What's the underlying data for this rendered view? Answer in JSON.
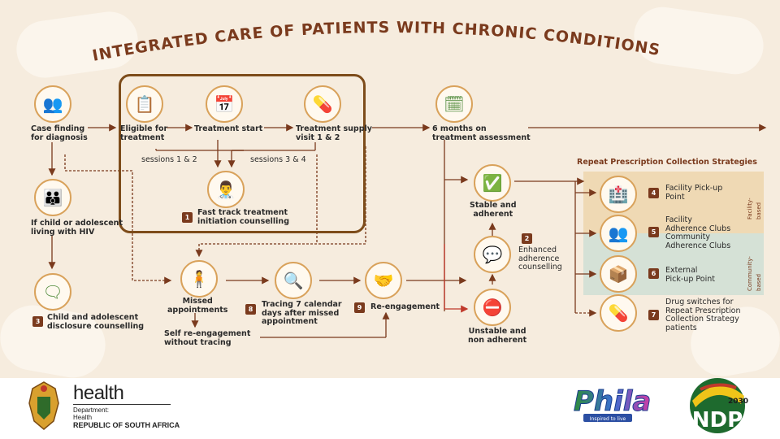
{
  "title": "INTEGRATED CARE OF PATIENTS WITH CHRONIC CONDITIONS",
  "steps": {
    "case_finding": "Case finding\nfor diagnosis",
    "eligible": "Eligible for\ntreatment",
    "treatment_start": "Treatment start",
    "treatment_supply": "Treatment supply\nvisit 1 & 2",
    "six_months": "6 months on\ntreatment assessment",
    "sessions_1_2": "sessions 1 & 2",
    "sessions_3_4": "sessions 3 & 4",
    "fast_track": "Fast track treatment\ninitiation counselling",
    "child_hiv": "If child or adolescent\nliving with HIV",
    "disclosure": "Child and adolescent\ndisclosure counselling",
    "missed": "Missed\nappointments",
    "self_reengage": "Self re-engagement\nwithout tracing",
    "tracing": "Tracing 7 calendar\ndays after missed\nappointment",
    "reengagement": "Re-engagement",
    "stable": "Stable and\nadherent",
    "enhanced": "Enhanced\nadherence\ncounselling",
    "unstable": "Unstable and\nnon adherent"
  },
  "badges": {
    "b1": "1",
    "b2": "2",
    "b3": "3",
    "b4": "4",
    "b5": "5",
    "b6": "6",
    "b7": "7",
    "b8": "8",
    "b9": "9"
  },
  "strategies": {
    "heading": "Repeat Prescription Collection Strategies",
    "s4": "Facility Pick-up\nPoint",
    "s5": "Facility\nAdherence Clubs\nCommunity\nAdherence Clubs",
    "s6": "External\nPick-up Point",
    "s7": "Drug switches for\nRepeat Prescription\nCollection Strategy\npatients",
    "facility_based": "Facility-based",
    "community_based": "Community-based"
  },
  "footer": {
    "health": "health",
    "dept_line1": "Department:",
    "dept_line2": "Health",
    "dept_line3": "REPUBLIC OF SOUTH AFRICA",
    "phila": "Phila",
    "phila_tag": "Inspired to live",
    "ndp_year": "2030",
    "ndp": "NDP"
  },
  "colors": {
    "line": "#7a3a1d",
    "highlight": "#7d4c1a",
    "facility_band": "#efd9b4",
    "community_band": "#d5e1d6",
    "icon_green": "#4f8a3a",
    "icon_orange": "#e08a2e"
  }
}
